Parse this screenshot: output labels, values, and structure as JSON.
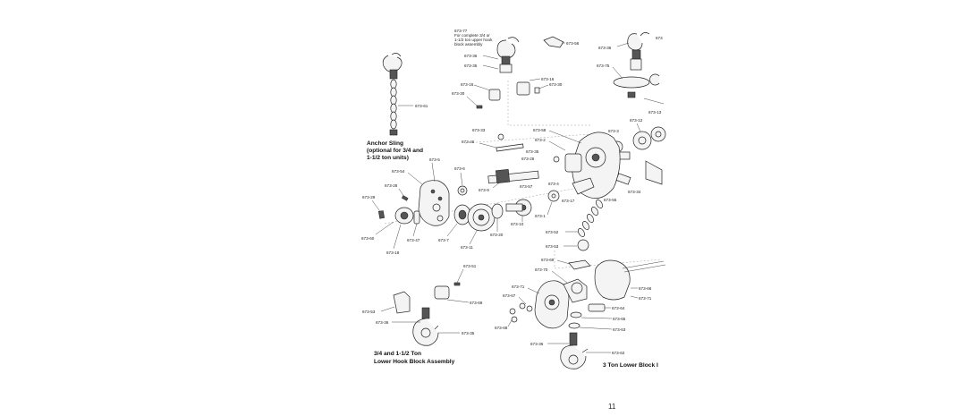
{
  "titles": {
    "anchor_sling_1": "Anchor Sling",
    "anchor_sling_2": "(optional for 3/4 and",
    "anchor_sling_3": "1-1/2 ton units)",
    "lower_hook_1": "3/4 and 1-1/2 Ton",
    "lower_hook_2": "Lower Hook Block Assembly",
    "three_ton": "3 Ton Lower Block I"
  },
  "note": {
    "part": "673-77",
    "line1": "For complete 3/4 or",
    "line2": "1-1/2 ton upper hook",
    "line3": "block assembly"
  },
  "page_number": "11",
  "labels": {
    "l_673_56": "673-56",
    "l_673_36a": "673-36",
    "l_673_36b": "673-36",
    "l_673_36c": "673-36",
    "l_673_36d": "673-36",
    "l_673_36e": "673-36",
    "l_673_35a": "673-35",
    "l_673_35b": "673-35",
    "l_673_35c": "673-35",
    "l_673_75": "673-75",
    "l_673_16a": "673-16",
    "l_673_16b": "673-16",
    "l_673_30a": "673-30",
    "l_673_30b": "673-30",
    "l_673_61": "673-61",
    "l_673_12": "673-12",
    "l_673_13": "673-13",
    "l_673_33": "673-33",
    "l_673_58": "673-58",
    "l_673_3": "673-3",
    "l_673_2": "673-2",
    "l_673_46": "673-46",
    "l_673_26": "673-26",
    "l_673_5": "673-5",
    "l_673_6": "673-6",
    "l_673_54": "673-54",
    "l_673_28": "673-28",
    "l_673_29": "673-29",
    "l_673_9": "673-9",
    "l_673_57": "673-57",
    "l_673_4": "673-4",
    "l_673_17": "673-17",
    "l_673_34": "673-34",
    "l_673_55": "673-55",
    "l_673_31": "673-3",
    "l_673_1": "673-1",
    "l_673_10": "673-10",
    "l_673_20": "673-20",
    "l_673_60": "673-60",
    "l_673_47": "673-47",
    "l_673_7": "673-7",
    "l_673_18": "673-18",
    "l_673_11": "673-11",
    "l_673_52": "673-52",
    "l_673_53a": "673-53",
    "l_673_53b": "673-53",
    "l_673_51": "673-51",
    "l_673_69a": "673-69",
    "l_673_69b": "673-69",
    "l_673_70": "673-70",
    "l_673_66": "673-66",
    "l_673_71a": "673-71",
    "l_673_71b": "673-71",
    "l_673_67": "673-67",
    "l_673_64": "673-64",
    "l_673_65": "673-65",
    "l_673_68": "673-68",
    "l_673_63": "673-63",
    "l_673_62": "673-62",
    "l_673_top_right": "673"
  }
}
